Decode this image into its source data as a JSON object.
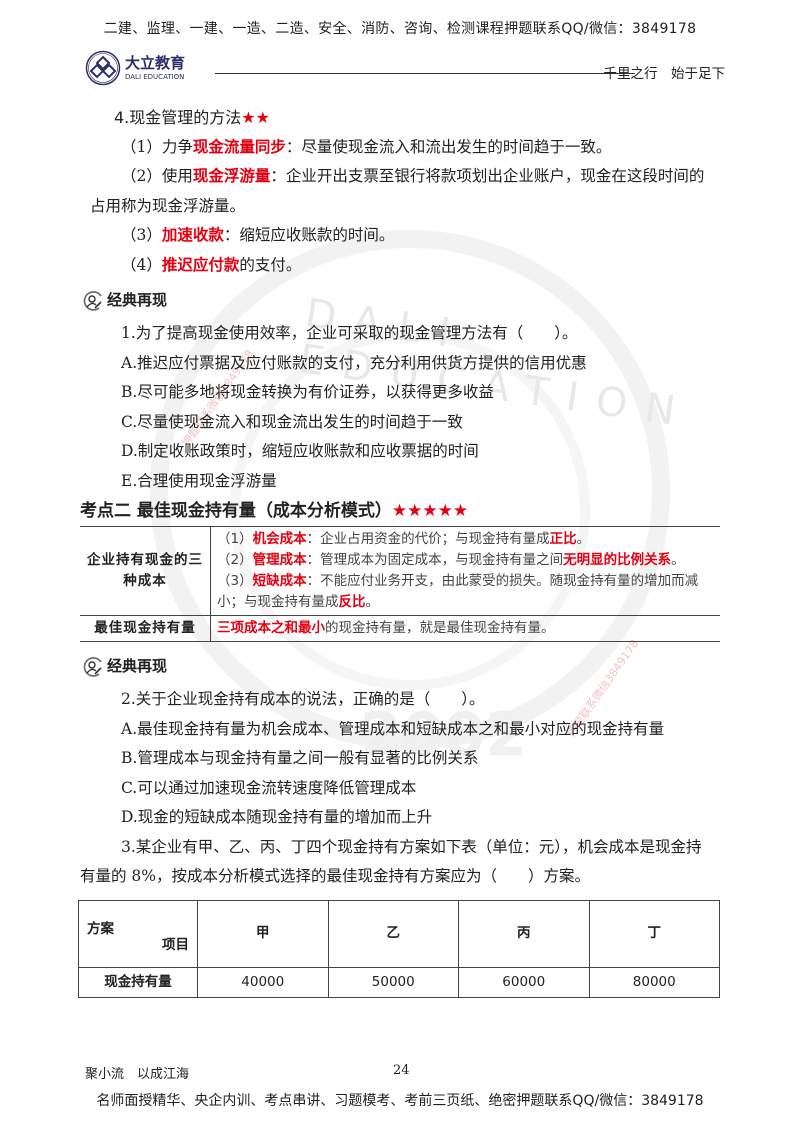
{
  "top_banner": "二建、监理、一建、一造、二造、安全、消防、咨询、检测课程押题联系QQ/微信：3849178",
  "header": {
    "logo_cn": "大立教育",
    "logo_en": "DALI EDUCATION",
    "motto": "千里之行　始于足下"
  },
  "watermark": {
    "ring_text": "DALI EDUCATION",
    "year": "2002",
    "stamp_text": "押题联系微信3849178"
  },
  "section4": {
    "title": "4.现金管理的方法",
    "stars": "★★",
    "items": [
      {
        "prefix": "（1）力争",
        "key": "现金流量同步",
        "suffix": "：尽量使现金流入和流出发生的时间趋于一致。"
      },
      {
        "prefix": "（2）使用",
        "key": "现金浮游量",
        "suffix": "：企业开出支票至银行将款项划出企业账户，现金在这段时间的占用称为现金浮游量。"
      },
      {
        "prefix": "（3）",
        "key": "加速收款",
        "suffix": "：缩短应收账款的时间。"
      },
      {
        "prefix": "（4）",
        "key": "推迟应付款",
        "suffix": "的支付。"
      }
    ]
  },
  "review1": {
    "label": "经典再现",
    "question": "1.为了提高现金使用效率，企业可采取的现金管理方法有（　　）。",
    "options": [
      "A.推迟应付票据及应付账款的支付，充分利用供货方提供的信用优惠",
      "B.尽可能多地将现金转换为有价证券，以获得更多收益",
      "C.尽量使现金流入和现金流出发生的时间趋于一致",
      "D.制定收账政策时，缩短应收账款和应收票据的时间",
      "E.合理使用现金浮游量"
    ]
  },
  "kp2": {
    "title": "考点二  最佳现金持有量（成本分析模式）",
    "stars": "★★★★★",
    "table": {
      "row1_label": "企业持有现金的三种成本",
      "costs": [
        {
          "num": "（1）",
          "key": "机会成本",
          "text": "：企业占用资金的代价；与现金持有量成",
          "emph": "正比",
          "end": "。"
        },
        {
          "num": "（2）",
          "key": "管理成本",
          "text": "：管理成本为固定成本，与现金持有量之间",
          "emph": "无明显的比例关系",
          "end": "。"
        },
        {
          "num": "（3）",
          "key": "短缺成本",
          "text": "：不能应付业务开支，由此蒙受的损失。随现金持有量的增加而减小；与现金持有量成",
          "emph": "反比",
          "end": "。"
        }
      ],
      "row2_label": "最佳现金持有量",
      "row2_key": "三项成本之和最小",
      "row2_text": "的现金持有量，就是最佳现金持有量。"
    }
  },
  "review2": {
    "label": "经典再现",
    "question": "2.关于企业现金持有成本的说法，正确的是（　　）。",
    "options": [
      "A.最佳现金持有量为机会成本、管理成本和短缺成本之和最小对应的现金持有量",
      "B.管理成本与现金持有量之间一般有显著的比例关系",
      "C.可以通过加速现金流转速度降低管理成本",
      "D.现金的短缺成本随现金持有量的增加而上升"
    ],
    "question3": "3.某企业有甲、乙、丙、丁四个现金持有方案如下表（单位：元），机会成本是现金持有量的 8%，按成本分析模式选择的最佳现金持有方案应为（　　）方案。"
  },
  "plan_table": {
    "corner_top": "方案",
    "corner_bottom": "项目",
    "columns": [
      "甲",
      "乙",
      "丙",
      "丁"
    ],
    "row_label": "现金持有量",
    "values": [
      "40000",
      "50000",
      "60000",
      "80000"
    ]
  },
  "footer": {
    "left": "聚小流　以成江海",
    "page": "24",
    "bottom_banner": "名师面授精华、央企内训、考点串讲、习题模考、考前三页纸、绝密押题联系QQ/微信：3849178"
  }
}
